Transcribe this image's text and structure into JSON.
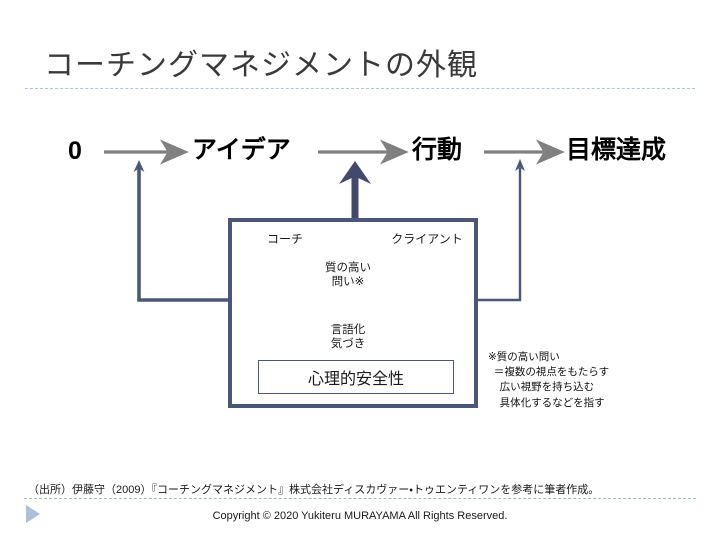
{
  "slide": {
    "title": "コーチングマネジメントの外観",
    "background_color": "#ffffff",
    "title_color": "#3a3a3a",
    "rule_color": "#aec4de"
  },
  "flow": {
    "steps": [
      {
        "id": "start",
        "label": "0"
      },
      {
        "id": "idea",
        "label": "アイデア"
      },
      {
        "id": "action",
        "label": "行動"
      },
      {
        "id": "goal",
        "label": "目標達成"
      }
    ],
    "arrow_color": "#808080",
    "connector_color": "#4c5678"
  },
  "coaching_box": {
    "border_color": "#4c5678",
    "people": [
      {
        "id": "coach",
        "label": "コーチ",
        "color": "#4a5580"
      },
      {
        "id": "client",
        "label": "クライアント",
        "color": "#6a8599"
      }
    ],
    "messages": [
      {
        "id": "question",
        "direction": "coach-to-client",
        "style": "dotted",
        "line1": "質の高い",
        "line2": "問い※"
      },
      {
        "id": "response",
        "direction": "client-to-coach",
        "style": "solid",
        "line1": "言語化",
        "line2": "気づき"
      }
    ],
    "safety_label": "心理的安全性"
  },
  "footnote": {
    "text": "※質の高い問い\n  ＝複数の視点をもたらす\n    広い視野を持ち込む\n    具体化するなどを指す"
  },
  "bottom": {
    "source": "（出所）伊藤守（2009）『コーチングマネジメント』株式会社ディスカヴァー・トゥエンティワンを参考に筆者作成。",
    "copyright": "Copyright © 2020 Yukiteru MURAYAMA All Rights Reserved.",
    "triangle_color": "#adc0d8"
  }
}
